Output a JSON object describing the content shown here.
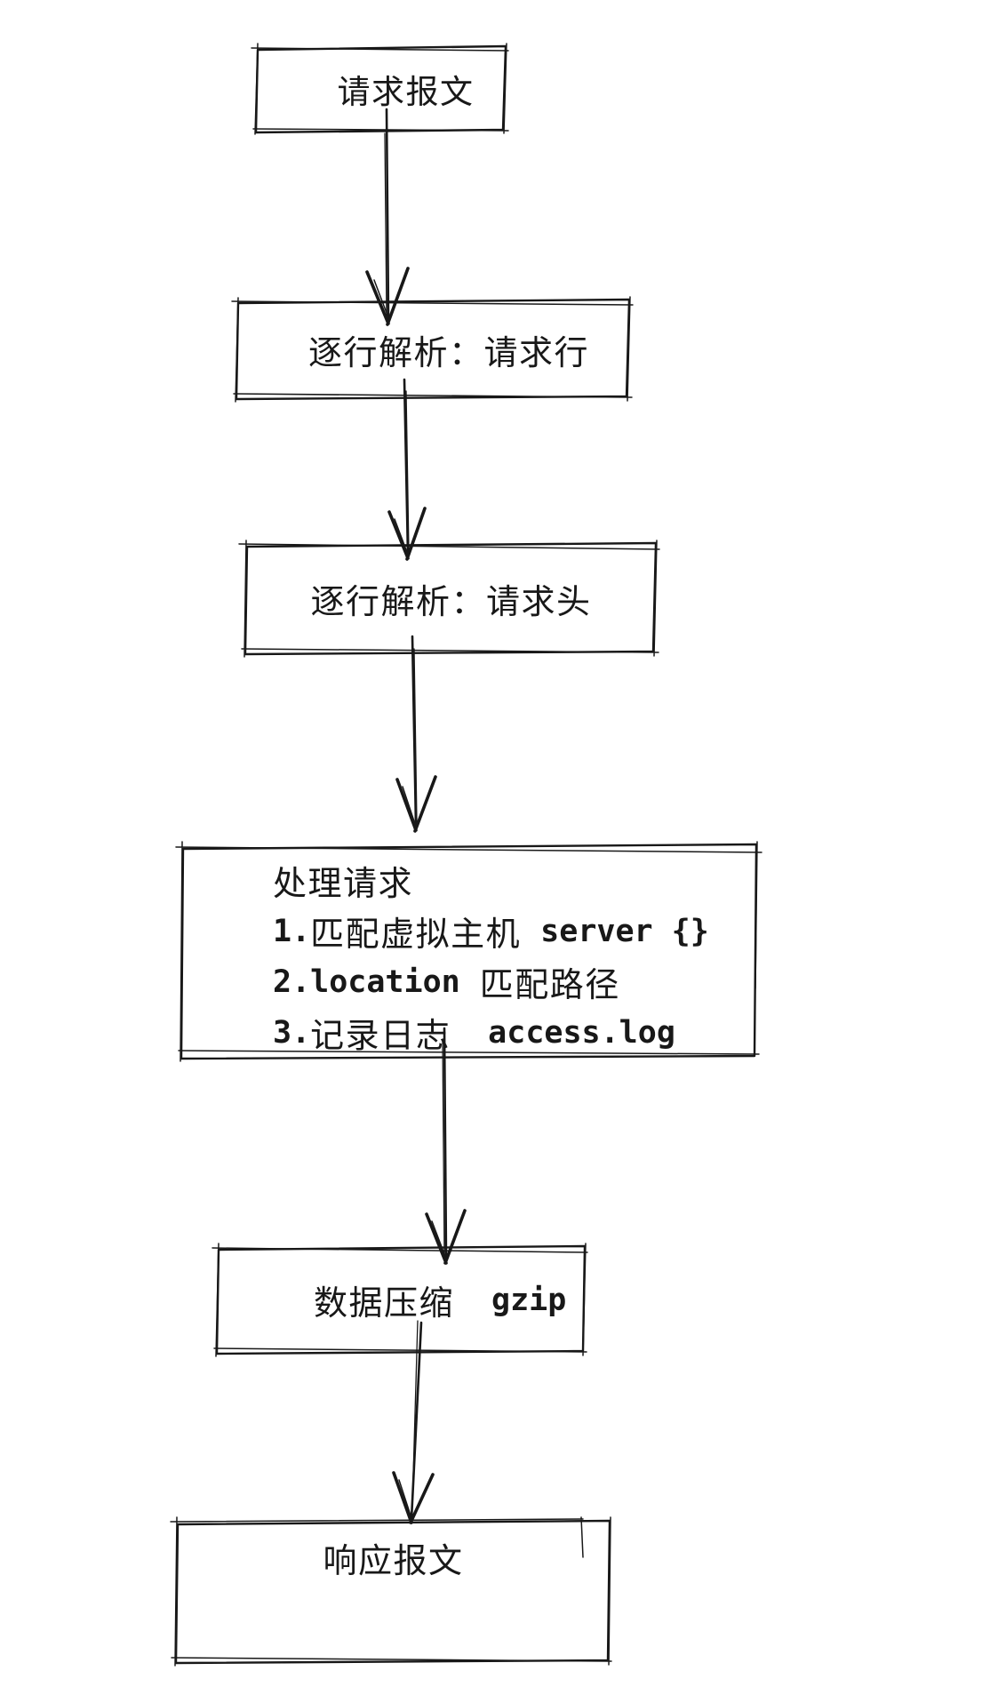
{
  "colors": {
    "ink": "#181818",
    "background": "#ffffff"
  },
  "flow": {
    "node1_label": "请求报文",
    "node2_label": "逐行解析：请求行",
    "node3_label": "逐行解析：请求头",
    "node4_heading": "处理请求",
    "node4_step1_num": "1.",
    "node4_step1_text": "匹配虚拟主机",
    "node4_step1_code": "server {}",
    "node4_step2_code": "2.location",
    "node4_step2_text": "匹配路径",
    "node4_step3_num": "3.",
    "node4_step3_text": "记录日志",
    "node4_step3_code": "access.log",
    "node5_text": "数据压缩",
    "node5_code": "gzip",
    "node6_label": "响应报文"
  }
}
